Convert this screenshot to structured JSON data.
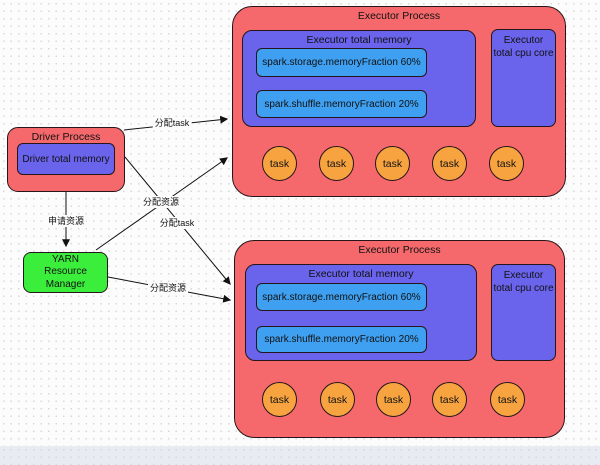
{
  "colors": {
    "process_fill": "#f5696c",
    "memory_fill": "#6a63eb",
    "fraction_fill": "#3fa0f1",
    "yarn_fill": "#3bee3b",
    "task_fill": "#f7a440",
    "stroke": "#26151a",
    "canvas_background": "#fcfcfc",
    "footer_strip": "#e8ecf2"
  },
  "driver": {
    "title": "Driver Process",
    "memory_label": "Driver total memory"
  },
  "yarn": {
    "line1": "YARN",
    "line2": "Resource Manager"
  },
  "executors": [
    {
      "title": "Executor Process",
      "memory_title": "Executor total memory",
      "storage_label": "spark.storage.memoryFraction 60%",
      "shuffle_label": "spark.shuffle.memoryFraction 20%",
      "cpu_line1": "Executor",
      "cpu_line2": "total cpu core",
      "tasks": [
        "task",
        "task",
        "task",
        "task",
        "task"
      ]
    },
    {
      "title": "Executor Process",
      "memory_title": "Executor total memory",
      "storage_label": "spark.storage.memoryFraction 60%",
      "shuffle_label": "spark.shuffle.memoryFraction 20%",
      "cpu_line1": "Executor",
      "cpu_line2": "total cpu core",
      "tasks": [
        "task",
        "task",
        "task",
        "task",
        "task"
      ]
    }
  ],
  "edge_labels": {
    "driver_to_executor1": "分配task",
    "yarn_to_executor1": "分配资源",
    "driver_to_executor2": "分配task",
    "driver_to_yarn": "申请资源",
    "yarn_to_executor2": "分配资源"
  }
}
